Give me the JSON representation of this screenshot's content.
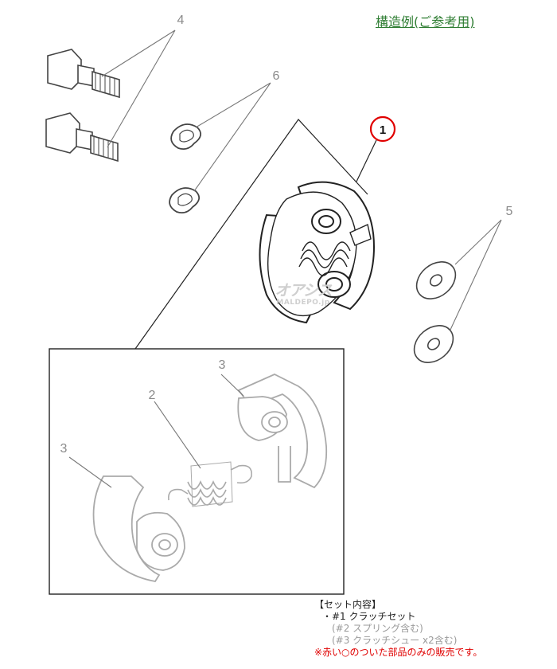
{
  "title": "構造例(ご参考用)",
  "callouts": [
    "1",
    "2",
    "3",
    "3",
    "4",
    "5",
    "6"
  ],
  "watermark": {
    "logo": "オアシス",
    "site": "MALDEPO.jp"
  },
  "set_contents": {
    "heading": "【セット内容】",
    "item": "・#1 クラッチセット",
    "sub1": "(#2 スプリング含む)",
    "sub2": "(#3 クラッチシュー x2含む)",
    "note": "※赤い○のついた部品のみの販売です。"
  },
  "colors": {
    "title": "#2e7d32",
    "note": "#e00000",
    "highlight_circle": "#e00000"
  }
}
